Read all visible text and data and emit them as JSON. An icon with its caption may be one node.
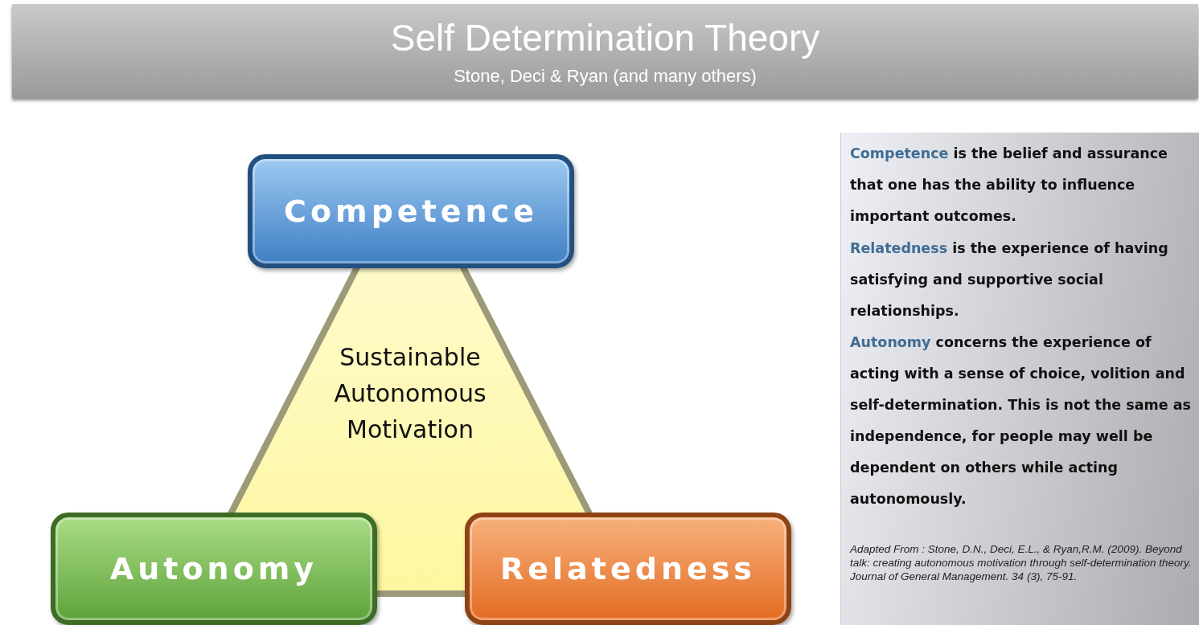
{
  "diagram": {
    "title": "Self Determination Theory",
    "nodes": [
      {
        "text": [
          "Competence"
        ]
      },
      {
        "text": [
          "Sustainable Autonomous Motivation"
        ]
      },
      {
        "text": [
          "Autonomy"
        ]
      },
      {
        "text": [
          "Relatedness"
        ]
      }
    ],
    "labels": [
      "Stone, Deci & Ryan (and many others)",
      "Competence is the belief and assurance that one has the ability to influence important outcomes.",
      "Relatedness is the experience of having satisfying and supportive social relationships.",
      "Autonomy concerns the experience of acting with a sense of choice, volition and self-determination.  This is not the same as independence, for people may well be dependent on others while acting autonomously.",
      "Adapted From : Stone, D.N., Deci, E.L., & Ryan,R.M. (2009). Beyond talk: creating autonomous motivation through self-determination theory.  Journal of General Management.  34 (3), 75-91."
    ]
  }
}
